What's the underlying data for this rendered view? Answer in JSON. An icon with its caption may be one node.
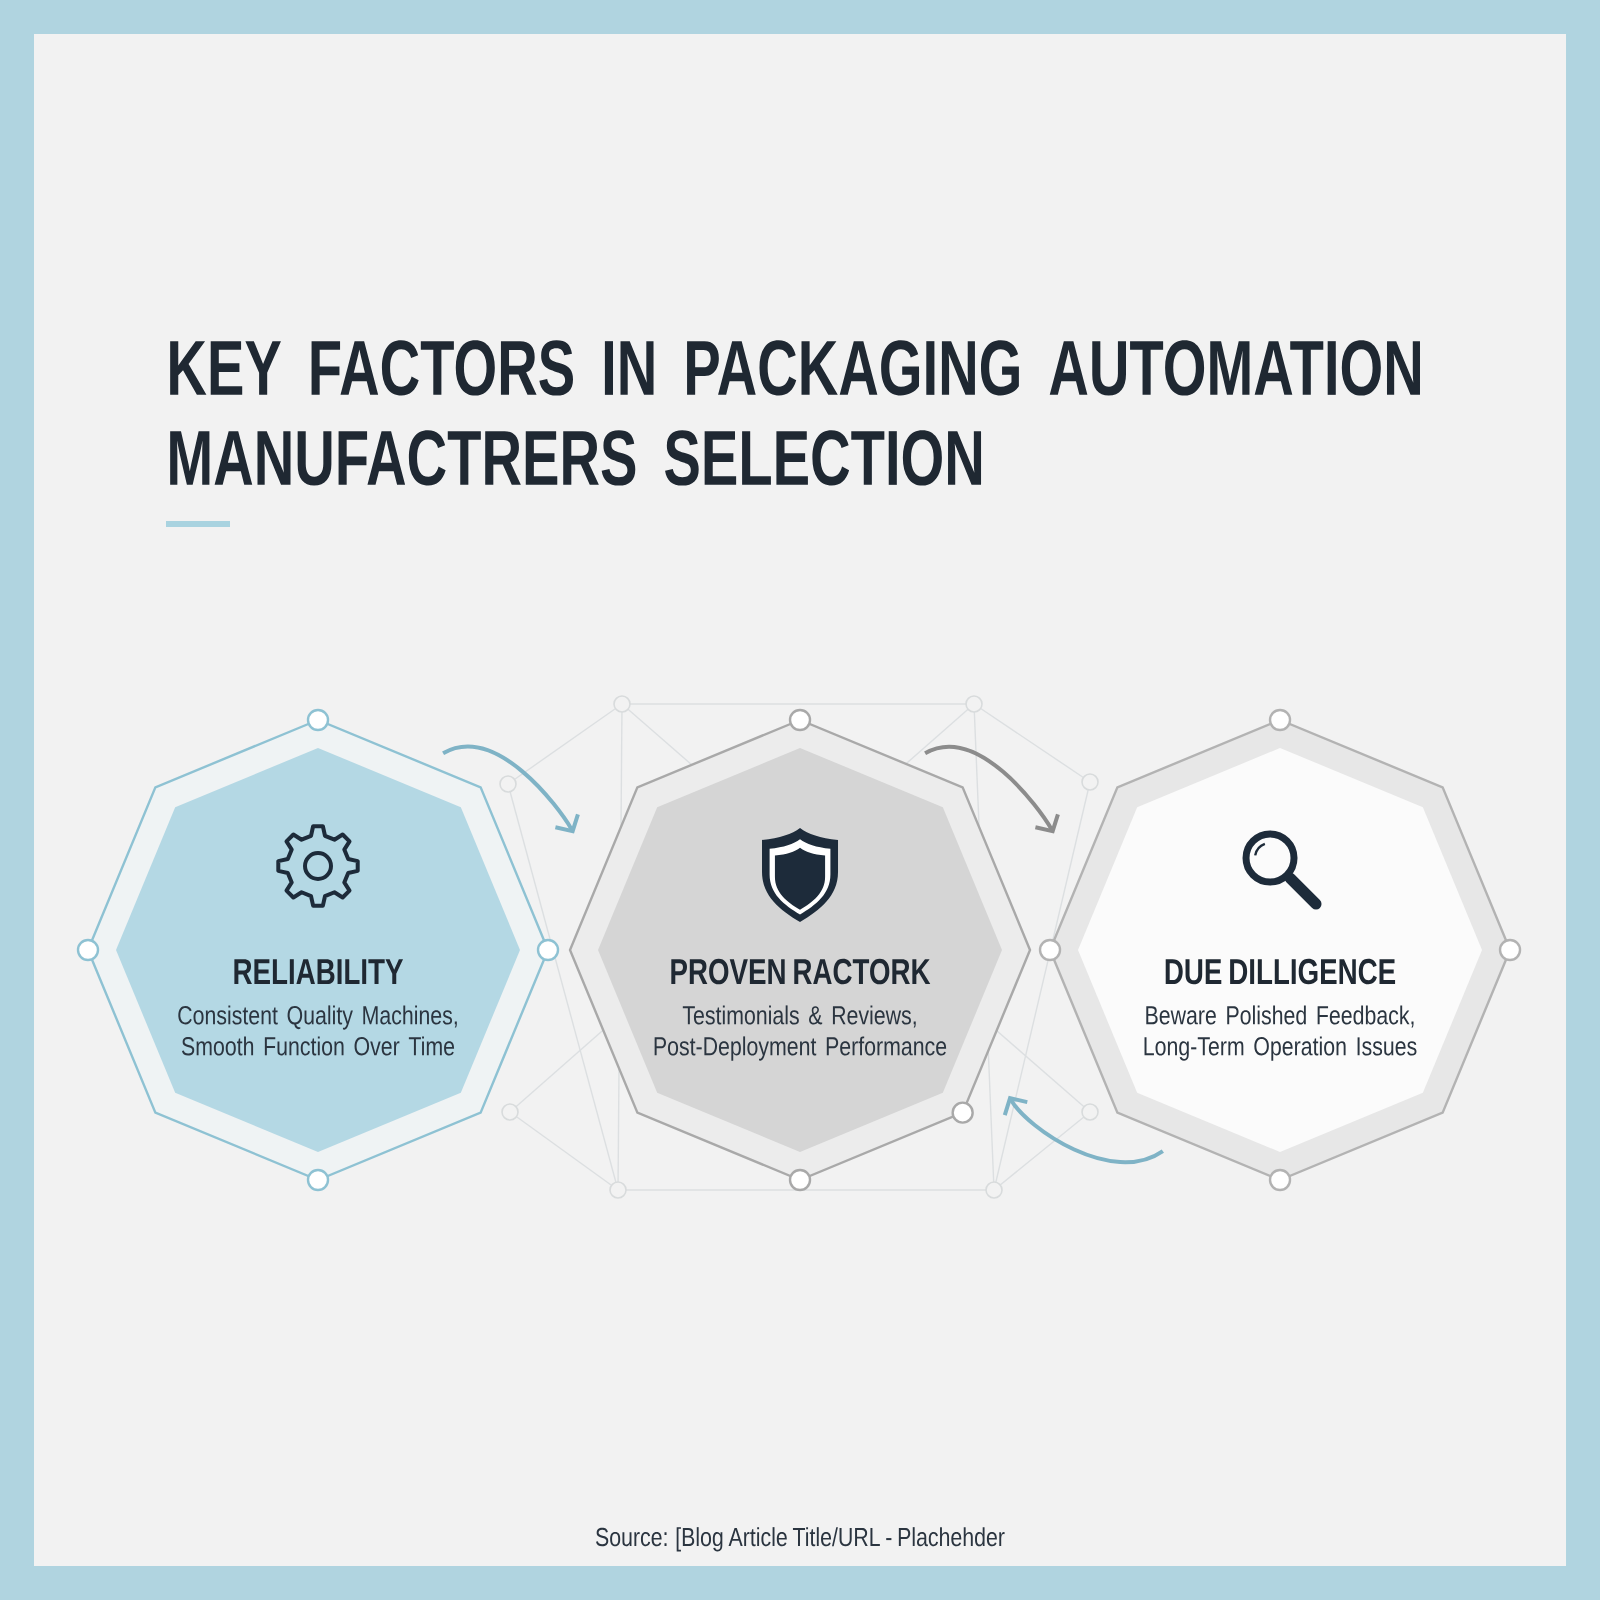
{
  "diagram": {
    "title": "KEY FACTORS IN PACKAGING AUTOMATION MANUFACTRERS SELECTION",
    "nodes": [
      {
        "text": [
          "RELIABILITY",
          "Consistent Quality Machines, Smooth Function Over Time"
        ]
      },
      {
        "text": [
          "PROVEN RACTORK",
          "Testimonials & Reviews, Post-Deployment Performance"
        ]
      },
      {
        "text": [
          "DUE DILLIGENCE",
          "Beware Polished Feedback, Long-Term Operation Issues"
        ]
      }
    ],
    "edges": [
      {
        "from": 0,
        "to": 1,
        "arrow": "to"
      },
      {
        "from": 1,
        "to": 2,
        "arrow": "to",
        "color": "#8c8c8c"
      },
      {
        "from": 2,
        "to": 1,
        "arrow": "to"
      }
    ],
    "labels": [
      "Source: [Blog Article Title/URL - Plachehder"
    ]
  }
}
